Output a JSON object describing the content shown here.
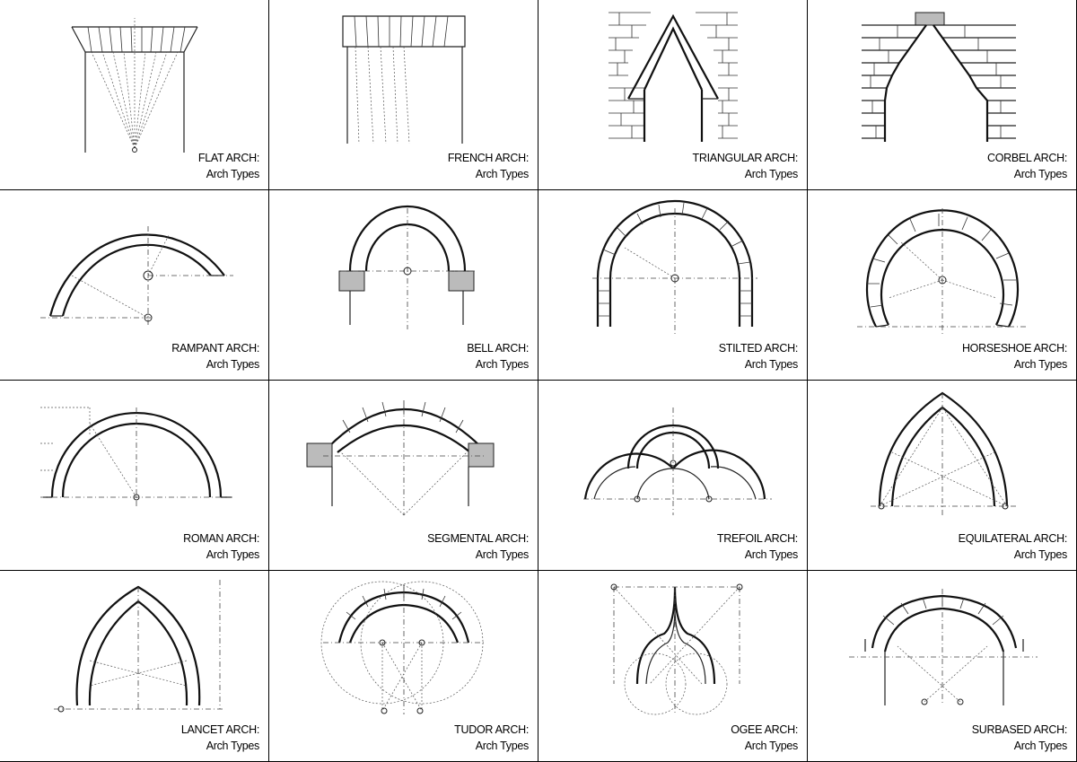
{
  "subtitle": "Arch Types",
  "arches": [
    {
      "name": "FLAT ARCH:",
      "icon": "flat-arch-drawing"
    },
    {
      "name": "FRENCH ARCH:",
      "icon": "french-arch-drawing"
    },
    {
      "name": "TRIANGULAR ARCH:",
      "icon": "triangular-arch-drawing"
    },
    {
      "name": "CORBEL ARCH:",
      "icon": "corbel-arch-drawing"
    },
    {
      "name": "RAMPANT ARCH:",
      "icon": "rampant-arch-drawing"
    },
    {
      "name": "BELL ARCH:",
      "icon": "bell-arch-drawing"
    },
    {
      "name": "STILTED ARCH:",
      "icon": "stilted-arch-drawing"
    },
    {
      "name": "HORSESHOE ARCH:",
      "icon": "horseshoe-arch-drawing"
    },
    {
      "name": "ROMAN ARCH:",
      "icon": "roman-arch-drawing"
    },
    {
      "name": "SEGMENTAL ARCH:",
      "icon": "segmental-arch-drawing"
    },
    {
      "name": "TREFOIL ARCH:",
      "icon": "trefoil-arch-drawing"
    },
    {
      "name": "EQUILATERAL ARCH:",
      "icon": "equilateral-arch-drawing"
    },
    {
      "name": "LANCET ARCH:",
      "icon": "lancet-arch-drawing"
    },
    {
      "name": "TUDOR ARCH:",
      "icon": "tudor-arch-drawing"
    },
    {
      "name": "OGEE ARCH:",
      "icon": "ogee-arch-drawing"
    },
    {
      "name": "SURBASED ARCH:",
      "icon": "surbased-arch-drawing"
    }
  ]
}
